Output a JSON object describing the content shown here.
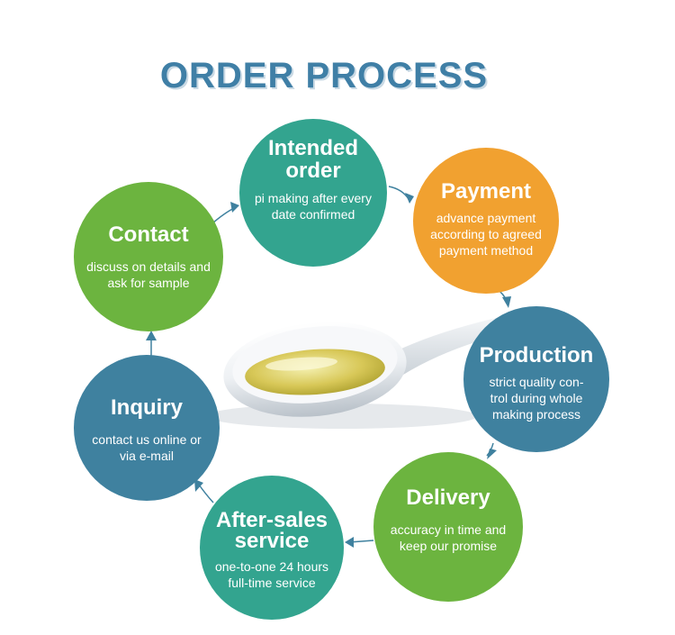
{
  "title": "ORDER PROCESS",
  "colors": {
    "title": "#3f7fa6",
    "teal": "#33a48f",
    "orange": "#f1a130",
    "green": "#6cb43f",
    "blue": "#3f819f",
    "arrow": "#3f819f"
  },
  "steps": [
    {
      "label": "Intended order",
      "desc": "pi making after every date confirmed",
      "color": "teal"
    },
    {
      "label": "Payment",
      "desc": "advance payment according to agreed payment method",
      "color": "orange"
    },
    {
      "label": "Production",
      "desc": "strict quality con-trol during whole making process",
      "color": "blue"
    },
    {
      "label": "Delivery",
      "desc": "accuracy in time and keep our promise",
      "color": "green"
    },
    {
      "label": "After-sales service",
      "desc": "one-to-one 24 hours full-time service",
      "color": "teal"
    },
    {
      "label": "Inquiry",
      "desc": "contact us online or via e-mail",
      "color": "blue"
    },
    {
      "label": "Contact",
      "desc": "discuss on details and ask for sample",
      "color": "green"
    }
  ]
}
